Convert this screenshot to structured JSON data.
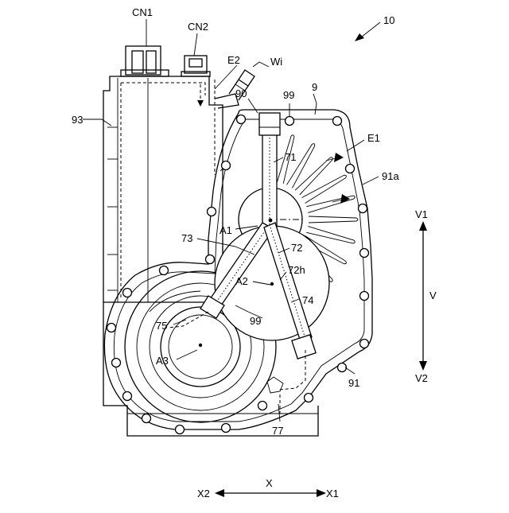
{
  "figure": {
    "ref_main": "10",
    "labels": {
      "cn1": "CN1",
      "cn2": "CN2",
      "e2": "E2",
      "wi": "Wi",
      "n93": "93",
      "n90": "90",
      "n99_top": "99",
      "n9": "9",
      "n71": "71",
      "e1": "E1",
      "n91a": "91a",
      "a1": "A1",
      "n73": "73",
      "n72": "72",
      "n72h": "72h",
      "a2": "A2",
      "n74": "74",
      "n75": "75",
      "n99_mid": "99",
      "a3": "A3",
      "n91": "91",
      "n77": "77"
    },
    "axes": {
      "v1": "V1",
      "v": "V",
      "v2": "V2",
      "x2": "X2",
      "x": "X",
      "x1": "X1"
    }
  }
}
